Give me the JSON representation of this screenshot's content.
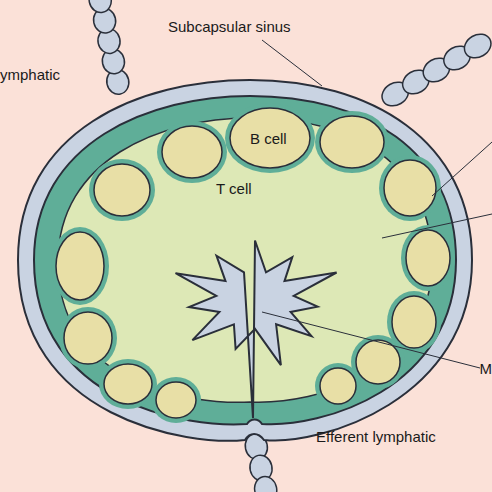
{
  "diagram": {
    "labels": [
      "Subcapsular sinus",
      "ymphatic",
      "B cell",
      "T cell",
      "M",
      "Efferent lymphatic"
    ]
  }
}
